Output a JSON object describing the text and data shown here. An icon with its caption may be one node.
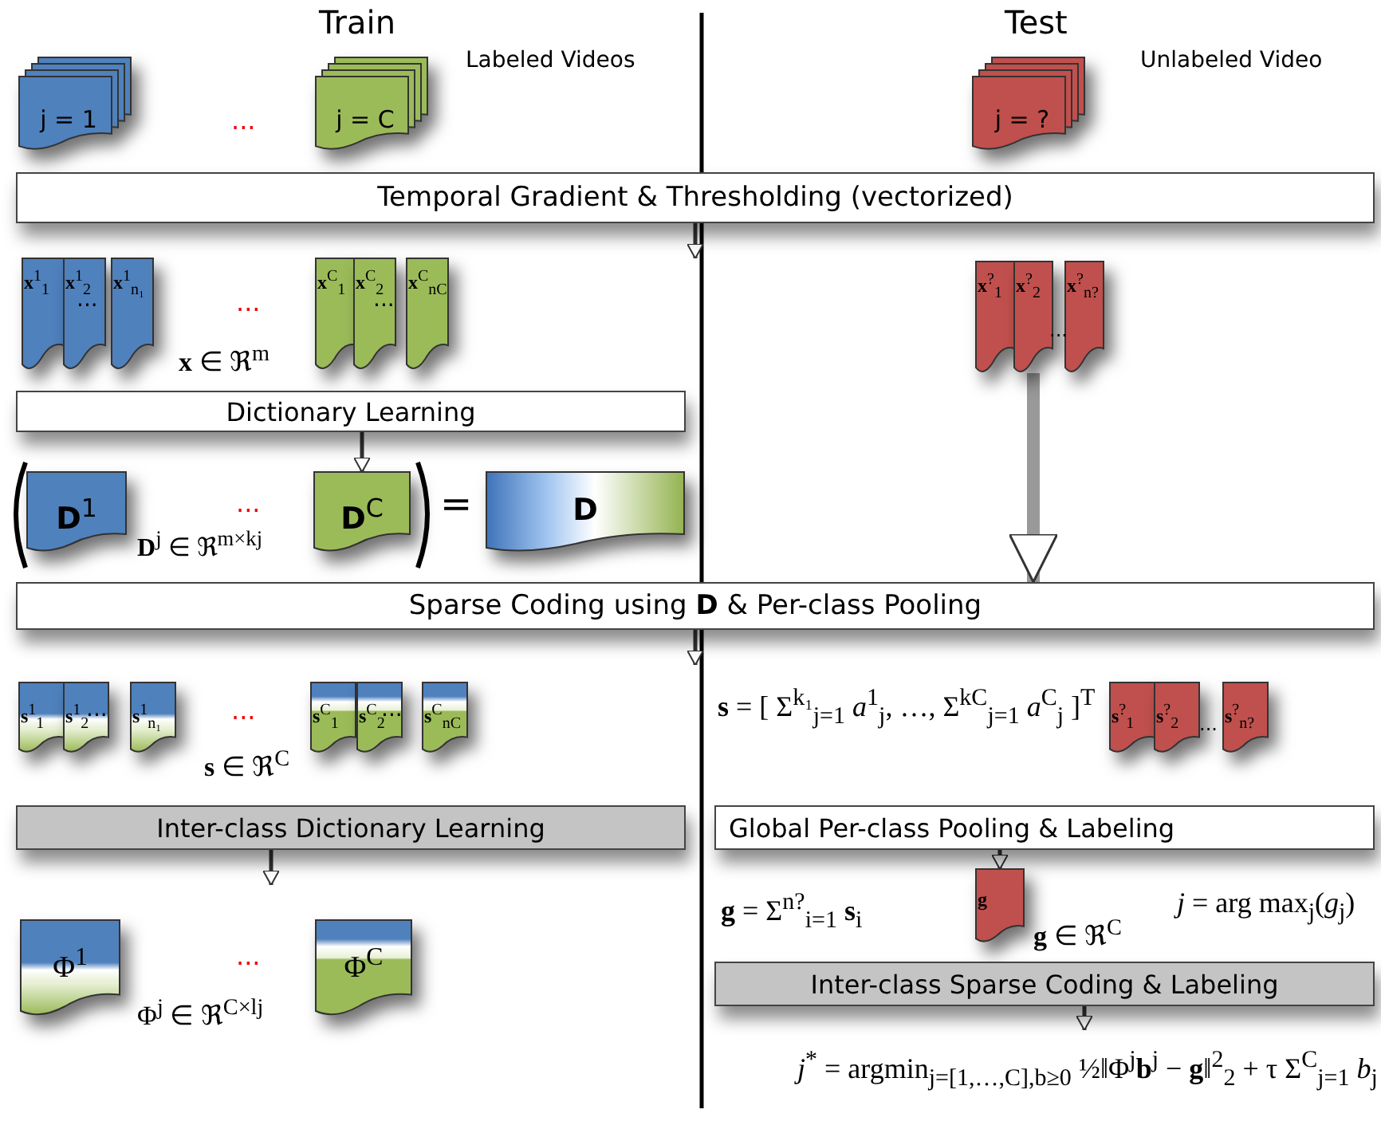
{
  "diagram": {
    "nodes": [
      {
        "text": [
          "j = 1"
        ]
      },
      {
        "text": [
          "j = C"
        ]
      },
      {
        "text": [
          "j = ?"
        ]
      },
      {
        "text": [
          "Temporal Gradient & Thresholding (vectorized)"
        ]
      },
      {
        "text": [
          "**x**$^{1}$$_{1}$"
        ]
      },
      {
        "text": [
          "**x**$^{1}$$_{2}$"
        ]
      },
      {
        "text": [
          "**x**$^{1}$$_{n₁}$"
        ]
      },
      {
        "text": [
          "**x**$^{C}$$_{1}$"
        ]
      },
      {
        "text": [
          "**x**$^{C}$$_{2}$"
        ]
      },
      {
        "text": [
          "**x**$^{C}$$_{nC}$"
        ]
      },
      {
        "text": [
          "**x**$^{?}$$_{1}$"
        ]
      },
      {
        "text": [
          "**x**$^{?}$$_{2}$"
        ]
      },
      {
        "text": [
          "**x**$^{?}$$_{n?}$"
        ]
      },
      {
        "text": [
          "Dictionary Learning"
        ]
      },
      {
        "text": [
          "**D**$^{1}$"
        ]
      },
      {
        "text": [
          "**D**$^{C}$"
        ]
      },
      {
        "text": [
          "**D**"
        ]
      },
      {
        "text": [
          "Sparse Coding using **D** & Per-class Pooling"
        ]
      },
      {
        "text": [
          "**s**$^{1}$$_{1}$"
        ]
      },
      {
        "text": [
          "**s**$^{1}$$_{2}$"
        ]
      },
      {
        "text": [
          "**s**$^{1}$$_{n₁}$"
        ]
      },
      {
        "text": [
          "**s**$^{C}$$_{1}$"
        ]
      },
      {
        "text": [
          "**s**$^{C}$$_{2}$"
        ]
      },
      {
        "text": [
          "**s**$^{C}$$_{nC}$"
        ]
      },
      {
        "text": [
          "**s**$^{?}$$_{1}$"
        ]
      },
      {
        "text": [
          "**s**$^{?}$$_{2}$"
        ]
      },
      {
        "text": [
          "**s**$^{?}$$_{n?}$"
        ]
      },
      {
        "text": [
          "Inter-class Dictionary Learning"
        ]
      },
      {
        "text": [
          "Global Per-class Pooling & Labeling"
        ]
      },
      {
        "text": [
          "Φ$^{1}$"
        ]
      },
      {
        "text": [
          "Φ$^{C}$"
        ]
      },
      {
        "text": [
          "**g**"
        ]
      },
      {
        "text": [
          "Inter-class Sparse Coding & Labeling"
        ]
      },
      {
        "text": [
          "*j*$^{*}$ = argmin$_{j=[1,…,C],b≥0}$ ½‖Φ$^{j}$**b**$^{j}$ − **g**‖$^{2}$$_{2}$ + τ Σ$^{C}$$_{j=1}$ *b*$_{j}$"
        ]
      }
    ],
    "edges": [
      {
        "from": 3,
        "to": null,
        "arrow": "to"
      },
      {
        "from": 13,
        "to": 15,
        "arrow": "to"
      },
      {
        "from": 11,
        "to": 17,
        "arrow": "to",
        "style": "thick",
        "color": "#999999"
      },
      {
        "from": 17,
        "to": null,
        "arrow": "to"
      },
      {
        "from": 27,
        "to": null,
        "arrow": "to"
      },
      {
        "from": 28,
        "to": 31,
        "arrow": "to"
      },
      {
        "from": 32,
        "to": 33,
        "arrow": "to"
      }
    ],
    "labels": [
      "Train",
      "Test",
      "Labeled Videos",
      "...",
      "Unlabeled Video",
      "...",
      "...",
      "...",
      "...",
      "**x** ∈ ℜ$^{m}$",
      "...",
      "=",
      "**D**$^{j}$ ∈ ℜ$^{m×kj}$",
      "...",
      "...",
      "...",
      "**s** = [ Σ$^{k₁}$$_{j=1}$ *a*$^{1}$$_{j}$, …, Σ$^{kC}$$_{j=1}$ *a*$^{C}$$_{j}$ ]$^{T}$",
      "...",
      "**s** ∈ ℜ$^{C}$",
      "...",
      "**g** = Σ$^{n?}$$_{i=1}$ **s**$_{i}$",
      "**g** ∈ ℜ$^{C}$",
      "*j* = arg max$_{j}$(*g*$_{j}$)",
      "Φ$^{j}$ ∈ ℜ$^{C×lj}$"
    ]
  }
}
